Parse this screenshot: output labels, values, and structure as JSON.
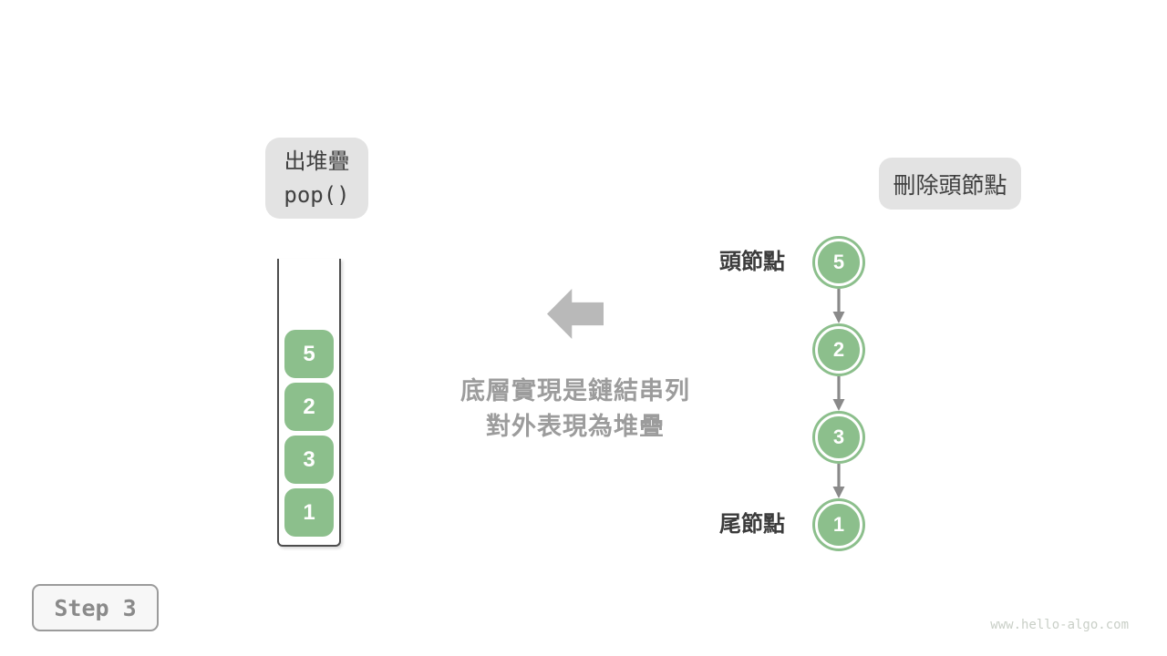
{
  "colors": {
    "node-green": "#8cbf8c",
    "badge-bg": "#e3e3e3",
    "arrow-gray": "#b9b9b9",
    "caption-gray": "#9c9c9c",
    "connector-gray": "#8a8a8a"
  },
  "pop_badge": {
    "line1": "出堆疊",
    "line2": "pop()"
  },
  "delete_badge": {
    "label": "刪除頭節點"
  },
  "stack": {
    "values": [
      "5",
      "2",
      "3",
      "1"
    ]
  },
  "caption": {
    "line1": "底層實現是鏈結串列",
    "line2": "對外表現為堆疊"
  },
  "list": {
    "head_label": "頭節點",
    "tail_label": "尾節點",
    "values": [
      "5",
      "2",
      "3",
      "1"
    ]
  },
  "step": {
    "label": "Step 3"
  },
  "watermark": "www.hello-algo.com"
}
